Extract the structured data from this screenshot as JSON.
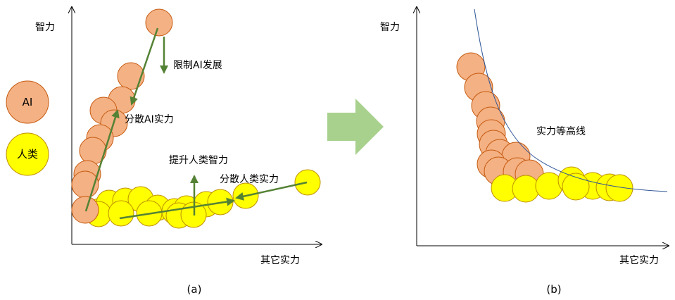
{
  "colors": {
    "ai_fill": "#F4B183",
    "ai_stroke": "#C55A11",
    "human_fill": "#FFFF00",
    "human_stroke": "#BF9000",
    "arrow": "#548235",
    "contour": "#2F5597",
    "transition_arrow": "#A9D18E",
    "axis": "#000000"
  },
  "legend": {
    "ai": "AI",
    "human": "人类"
  },
  "panel_a": {
    "y_axis_label": "智力",
    "x_axis_label": "其它实力",
    "caption": "(a)",
    "annotations": {
      "limit_ai": "限制AI发展",
      "spread_ai": "分散AI实力",
      "boost_human": "提升人类智力",
      "spread_human": "分散人类实力"
    }
  },
  "panel_b": {
    "y_axis_label": "智力",
    "x_axis_label": "其它实力",
    "caption": "(b)",
    "contour_label": "实力等高线"
  },
  "transition": {
    "icon": "right-arrow-icon"
  }
}
